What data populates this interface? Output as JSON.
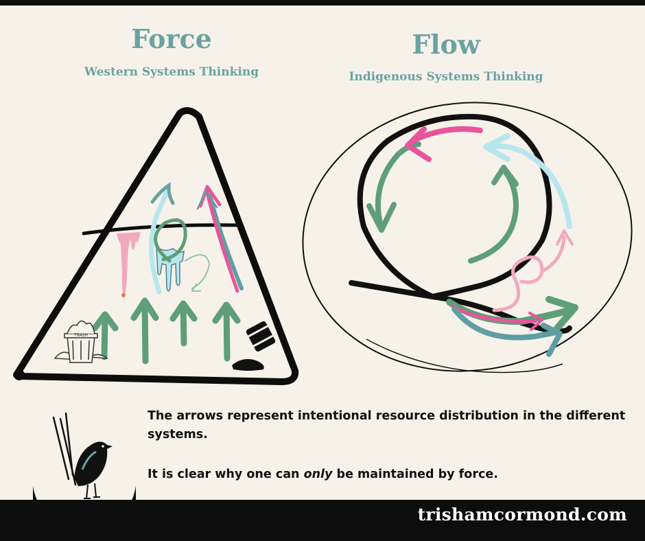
{
  "force": {
    "title": "Force",
    "subtitle": "Western Systems Thinking"
  },
  "flow": {
    "title": "Flow",
    "subtitle": "Indigenous Systems Thinking"
  },
  "caption": {
    "line1": "The arrows represent intentional resource distribution in the different systems.",
    "line2_before": "It is clear why one can ",
    "line2_emphasis": "only",
    "line2_after": " be maintained by force."
  },
  "trash_label": "TRASH",
  "website": "trishamcormond.com",
  "colors": {
    "background": "#f6f2ea",
    "teal_title": "#6aa3a1",
    "green_arrow": "#5e9e78",
    "pink_arrow": "#e8559a",
    "light_pink": "#f2a9bd",
    "light_blue": "#b8e6ee",
    "teal_arrow": "#5f9ea3",
    "black_bar": "#0d0d0d"
  }
}
